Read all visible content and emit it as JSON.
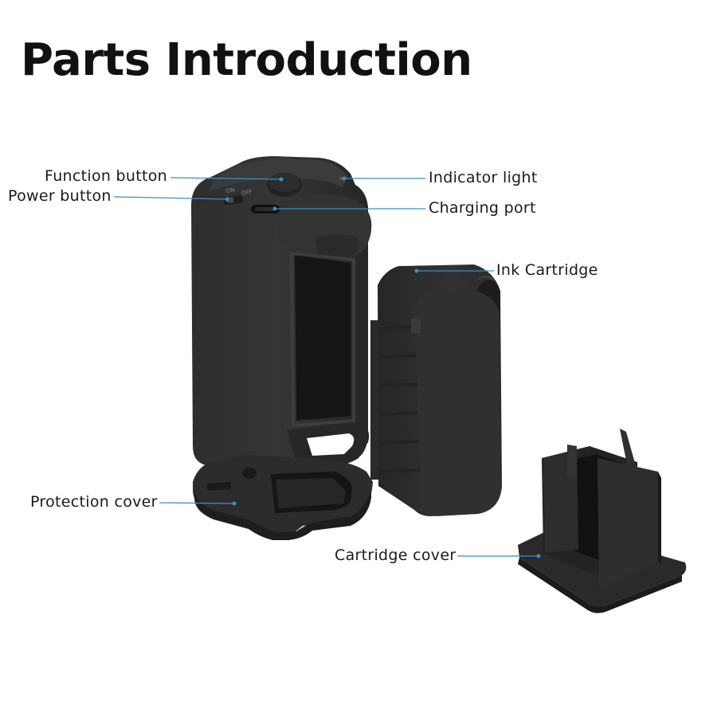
{
  "title": "Parts Introduction",
  "labels": {
    "function_button": "Function button",
    "power_button": "Power button",
    "indicator_light": "Indicator light",
    "charging_port": "Charging port",
    "ink_cartridge": "Ink Cartridge",
    "protection_cover": "Protection cover",
    "cartridge_cover": "Cartridge cover"
  },
  "switch_text": {
    "on": "ON",
    "off": "OFF"
  },
  "colors": {
    "leader_line": "#3a8fc4",
    "device_body": "#2b2b2b",
    "device_shadow": "#1c1c1c",
    "device_highlight": "#3a3a3a"
  }
}
